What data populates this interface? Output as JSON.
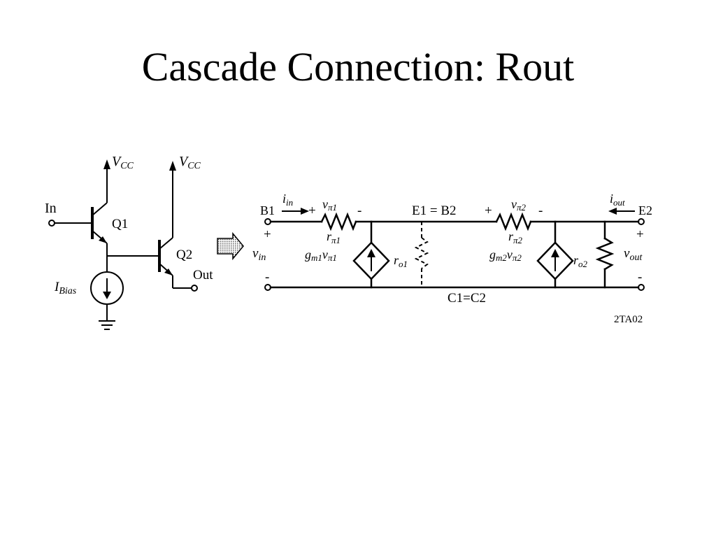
{
  "slide": {
    "title": "Cascade Connection: Rout"
  },
  "circuit_left": {
    "vcc_label_1": "V",
    "vcc_label_1_sub": "CC",
    "vcc_label_2": "V",
    "vcc_label_2_sub": "CC",
    "in_label": "In",
    "q1_label": "Q1",
    "q2_label": "Q2",
    "out_label": "Out",
    "ibias_label": "I",
    "ibias_sub": "Bias"
  },
  "equivalent_circuit": {
    "b1_label": "B1",
    "iin_label": "i",
    "iin_sub": "in",
    "plus_left": "+",
    "minus_left": "-",
    "vpi1_label": "v",
    "vpi1_sub": "π1",
    "rpi1_label": "r",
    "rpi1_sub": "π1",
    "gm1_label": "g",
    "gm1_sub": "m1",
    "gm1_v": "v",
    "gm1_v_sub": "π1",
    "ro1_label": "r",
    "ro1_sub": "o1",
    "e1b2_label": "E1 = B2",
    "plus_mid": "+",
    "minus_mid": "-",
    "vpi2_label": "v",
    "vpi2_sub": "π2",
    "rpi2_label": "r",
    "rpi2_sub": "π2",
    "gm2_label": "g",
    "gm2_sub": "m2",
    "gm2_v": "v",
    "gm2_v_sub": "π2",
    "ro2_label": "r",
    "ro2_sub": "o2",
    "iout_label": "i",
    "iout_sub": "out",
    "e2_label": "E2",
    "vin_plus": "+",
    "vin_label": "v",
    "vin_sub": "in",
    "vin_minus": "-",
    "vout_plus": "+",
    "vout_label": "v",
    "vout_sub": "out",
    "vout_minus": "-",
    "c1c2_label": "C1=C2",
    "figure_id": "2TA02"
  },
  "icons": {
    "transform_arrow": "arrow-right-icon"
  }
}
